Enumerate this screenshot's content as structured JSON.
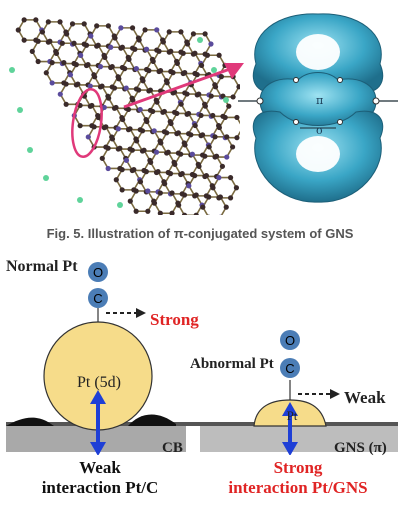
{
  "caption": "Fig. 5. Illustration of π-conjugated system of GNS",
  "orbital": {
    "pi": "π",
    "sigma": "σ"
  },
  "left_panel": {
    "title": "Normal Pt",
    "atom_o": "O",
    "atom_c": "C",
    "bond_label": "Strong",
    "particle_label": "Pt (5d)",
    "support_label": "CB",
    "interaction": [
      "Weak",
      "interaction  Pt/C"
    ]
  },
  "right_panel": {
    "title": "Abnormal Pt",
    "atom_o": "O",
    "atom_c": "C",
    "bond_label": "Weak",
    "particle_label": "Pt",
    "support_label": "GNS (π)",
    "interaction": [
      "Strong",
      "interaction  Pt/GNS"
    ]
  },
  "colors": {
    "bond_strong": "#e02424",
    "orbital": "#3aa6c6",
    "particle": "#f6dc8a",
    "co_circle": "#4b7db6",
    "arrow": "#1e3fd6",
    "lattice_highlight": "#e0397a"
  }
}
